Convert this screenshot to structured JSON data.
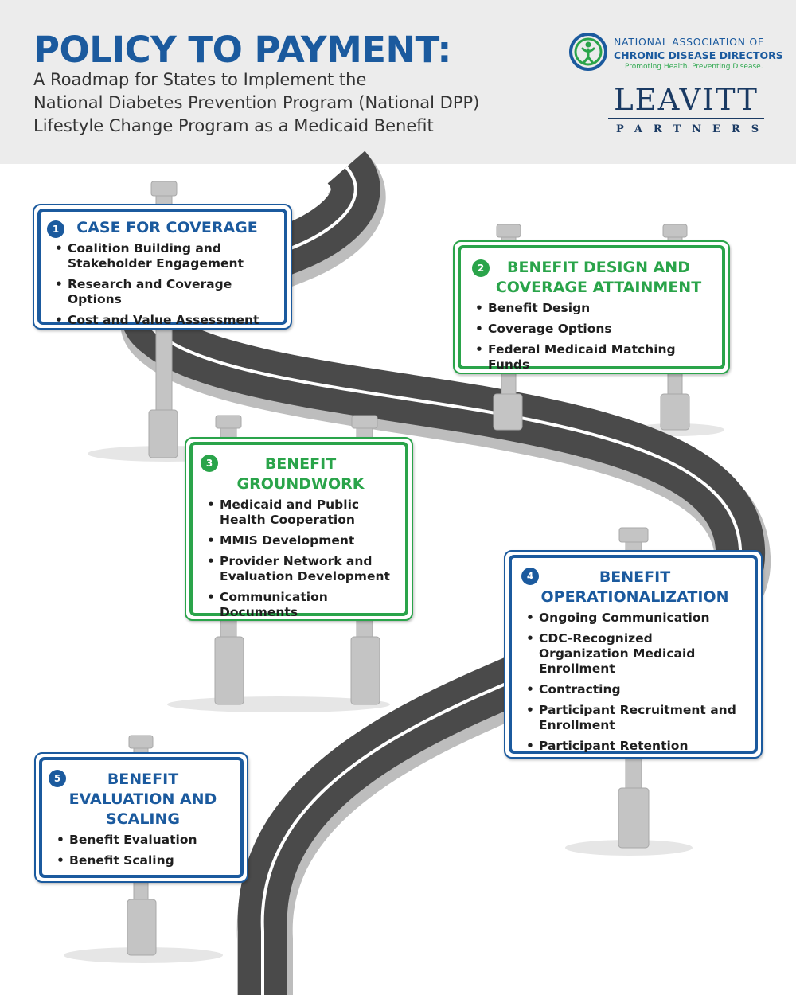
{
  "header": {
    "title": "POLICY TO PAYMENT:",
    "subtitle_lines": [
      "A Roadmap for States to Implement the",
      "National Diabetes Prevention Program (National DPP)",
      "Lifestyle Change Program as a Medicaid Benefit"
    ]
  },
  "logos": {
    "nacdd": {
      "line1": "NATIONAL ASSOCIATION OF",
      "line2": "CHRONIC DISEASE DIRECTORS",
      "tagline": "Promoting Health. Preventing Disease."
    },
    "leavitt": {
      "name": "LEAVITT",
      "sub": "PARTNERS"
    }
  },
  "colors": {
    "blue": "#1b5a9e",
    "green": "#2aa44a",
    "road": "#4a4a4a",
    "post": "#c4c4c4"
  },
  "steps": [
    {
      "number": "1",
      "title_lines": [
        "CASE FOR COVERAGE"
      ],
      "items": [
        "Coalition Building and Stakeholder Engagement",
        "Research and Coverage Options",
        "Cost and Value Assessment"
      ]
    },
    {
      "number": "2",
      "title_lines": [
        "BENEFIT DESIGN AND",
        "COVERAGE ATTAINMENT"
      ],
      "items": [
        "Benefit Design",
        "Coverage Options",
        "Federal Medicaid Matching Funds"
      ]
    },
    {
      "number": "3",
      "title_lines": [
        "BENEFIT",
        "GROUNDWORK"
      ],
      "items": [
        "Medicaid and Public Health Cooperation",
        "MMIS Development",
        "Provider Network and Evaluation Development",
        "Communication Documents"
      ]
    },
    {
      "number": "4",
      "title_lines": [
        "BENEFIT",
        "OPERATIONALIZATION"
      ],
      "items": [
        "Ongoing Communication",
        "CDC-Recognized Organization Medicaid Enrollment",
        "Contracting",
        "Participant Recruitment and Enrollment",
        "Participant Retention"
      ]
    },
    {
      "number": "5",
      "title_lines": [
        "BENEFIT",
        "EVALUATION AND",
        "SCALING"
      ],
      "items": [
        "Benefit Evaluation",
        "Benefit Scaling"
      ]
    }
  ]
}
